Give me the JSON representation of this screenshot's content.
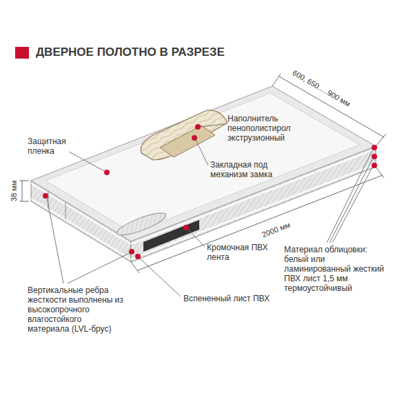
{
  "diagram": {
    "title": "ДВЕРНОЕ ПОЛОТНО В РАЗРЕЗЕ",
    "labels": [
      "Защитная пленка",
      "Наполнитель пенополистирол экструзионный",
      "Закладная под механизм замка",
      "38 мм",
      "600, 650.....900 мм",
      "2000 мм",
      "Кромочная ПВХ лента",
      "Вертикальные ребра жесткости выполнены из высокопрочного влагостойкого материала (LVL-брус)",
      "Вспененный лист ПВХ",
      "Материал облицовки: белый или ламинированный жесткий ПВХ лист 1,5 мм термоустойчивый"
    ]
  }
}
